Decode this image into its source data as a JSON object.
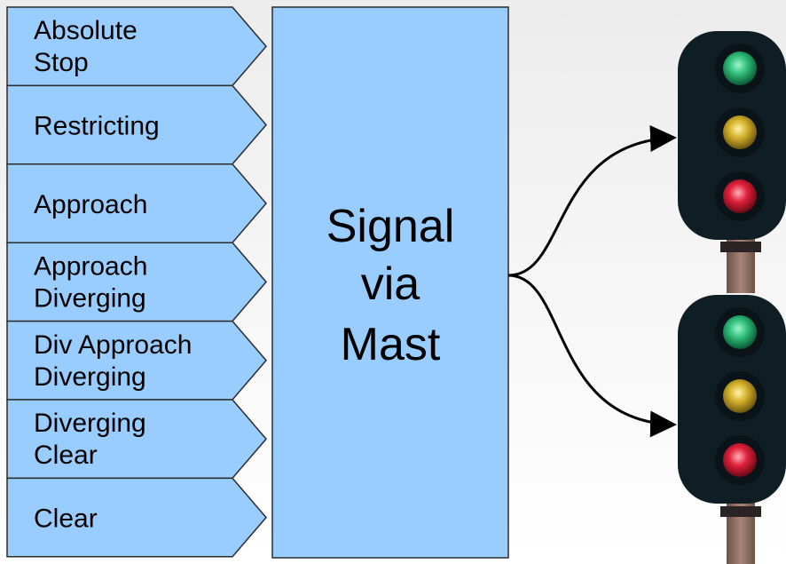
{
  "diagram": {
    "aspects": [
      {
        "lines": [
          "Absolute",
          "Stop"
        ]
      },
      {
        "lines": [
          "Restricting"
        ]
      },
      {
        "lines": [
          "Approach"
        ]
      },
      {
        "lines": [
          "Approach",
          "Diverging"
        ]
      },
      {
        "lines": [
          "Div Approach",
          "Diverging"
        ]
      },
      {
        "lines": [
          "Diverging",
          "Clear"
        ]
      },
      {
        "lines": [
          "Clear"
        ]
      }
    ],
    "signal_mast": {
      "lines": [
        "Signal",
        "via",
        "Mast"
      ]
    },
    "signal_heads": [
      {
        "lamps": [
          "green",
          "yellow",
          "red"
        ]
      },
      {
        "lamps": [
          "green",
          "yellow",
          "red"
        ]
      }
    ],
    "colors": {
      "box_fill": "#99ccff",
      "box_stroke": "#2b2b2b",
      "head_body": "#0f1e24",
      "pole": "#8a6a5e",
      "lamp_green": "#2fbf7a",
      "lamp_yellow": "#d4b12a",
      "lamp_red": "#e0203a"
    }
  }
}
